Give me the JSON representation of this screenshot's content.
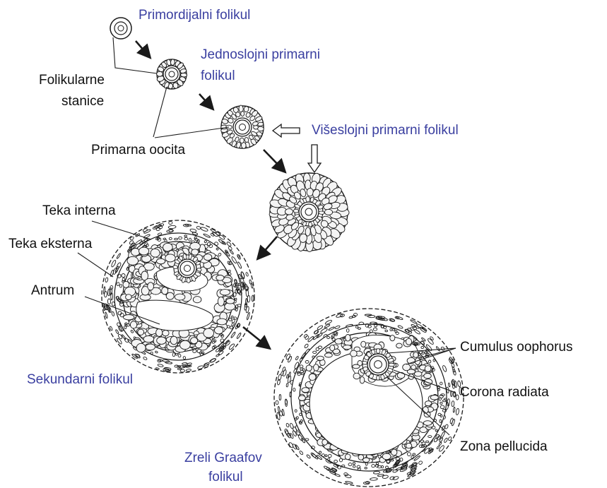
{
  "colors": {
    "stage_label": "#3a3fa0",
    "structure_label": "#111111",
    "line": "#1a1a1a",
    "cell": "#f4f4f4"
  },
  "labels": {
    "primordial": "Primordijalni folikul",
    "unilayer_1": "Jednoslojni primarni",
    "unilayer_2": "folikul",
    "multilayer": "Višeslojni primarni folikul",
    "follicular_cells_1": "Folikularne",
    "follicular_cells_2": "stanice",
    "primary_oocyte": "Primarna oocita",
    "theca_interna": "Teka interna",
    "theca_externa": "Teka eksterna",
    "antrum": "Antrum",
    "secondary": "Sekundarni folikul",
    "graafian_1": "Zreli Graafov",
    "graafian_2": "folikul",
    "cumulus": "Cumulus oophorus",
    "corona": "Corona radiata",
    "zona": "Zona pellucida"
  }
}
